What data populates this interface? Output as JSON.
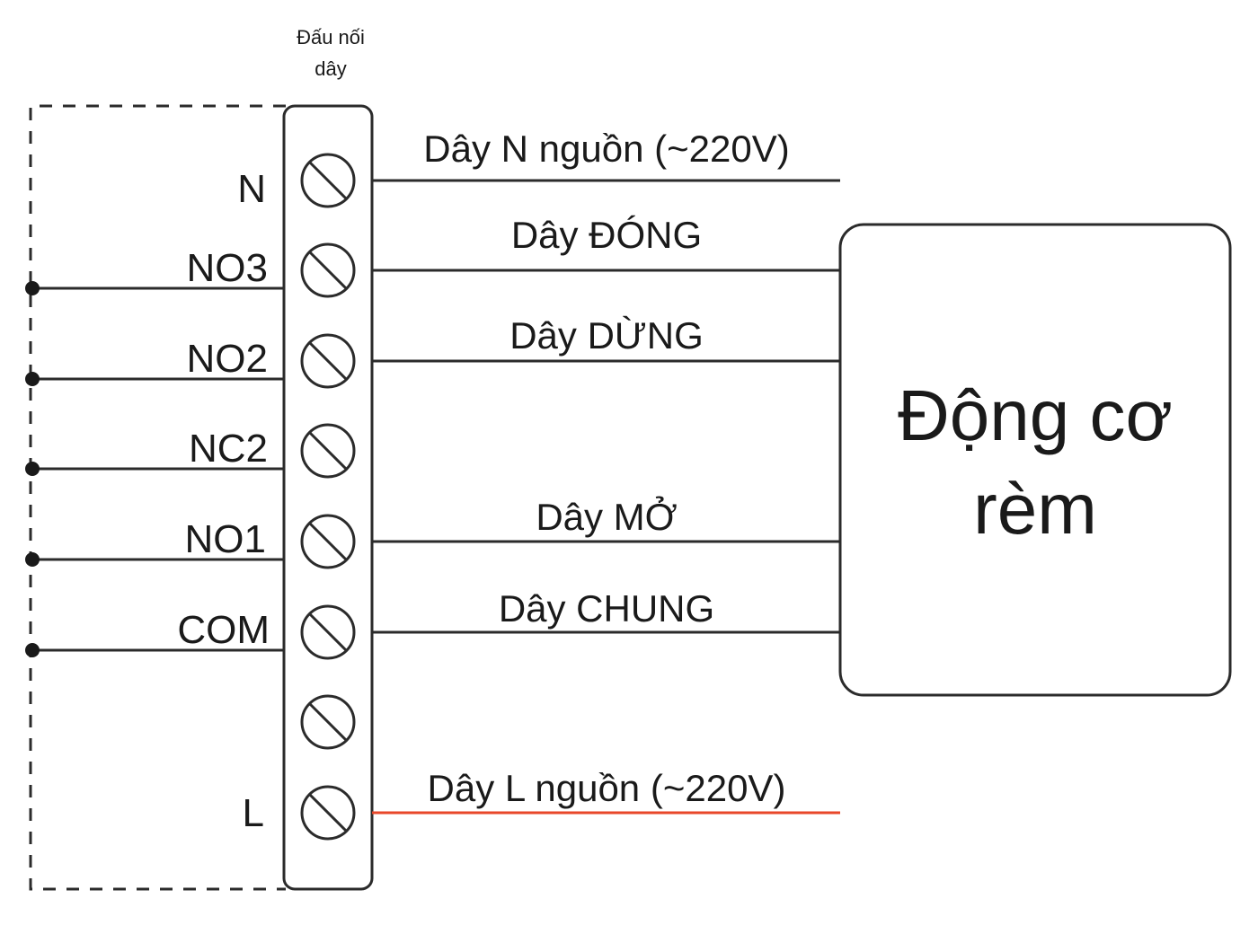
{
  "terminal_block": {
    "header_line1": "Đấu nối",
    "header_line2": "dây"
  },
  "terminals": [
    {
      "id": "n",
      "label": "N"
    },
    {
      "id": "no3",
      "label": "NO3"
    },
    {
      "id": "no2",
      "label": "NO2"
    },
    {
      "id": "nc2",
      "label": "NC2"
    },
    {
      "id": "no1",
      "label": "NO1"
    },
    {
      "id": "com",
      "label": "COM"
    },
    {
      "id": "blank",
      "label": ""
    },
    {
      "id": "l",
      "label": "L"
    }
  ],
  "wires": {
    "n_source": "Dây N nguồn (~220V)",
    "close": "Dây ĐÓNG",
    "stop": "Dây DỪNG",
    "open": "Dây MỞ",
    "common": "Dây CHUNG",
    "l_source": "Dây L nguồn (~220V)"
  },
  "motor": {
    "line1": "Động cơ",
    "line2": "rèm"
  },
  "colors": {
    "line": "#2b2b2b",
    "live_wire": "#e8472a"
  }
}
